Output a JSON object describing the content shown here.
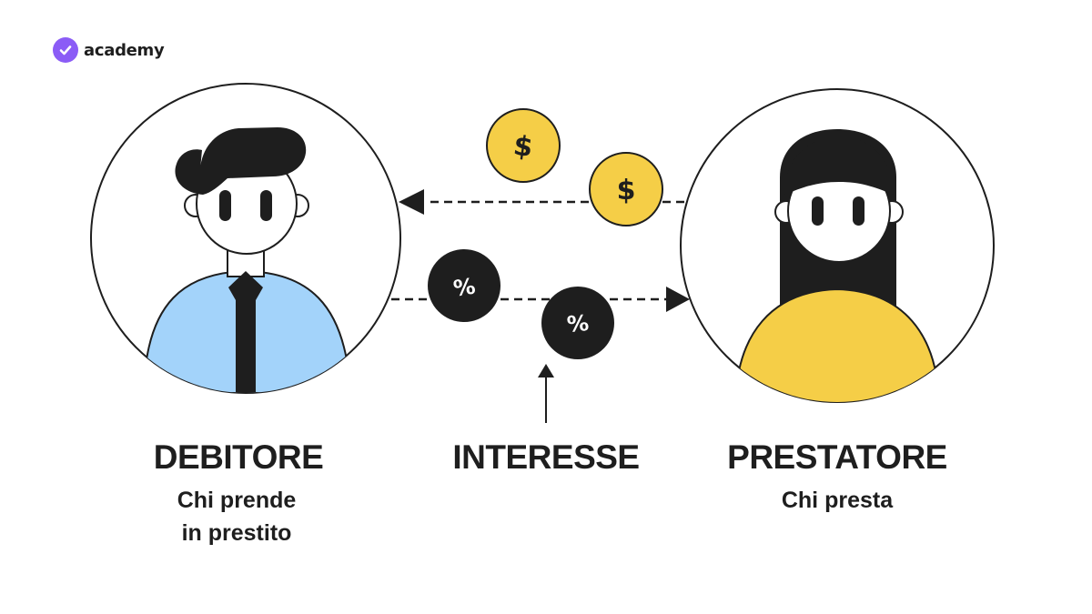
{
  "brand": {
    "name": "academy",
    "logo_color": "#8b5cf6",
    "icon": "check-badge-icon"
  },
  "labels": {
    "debtor": {
      "title": "DEBITORE",
      "subtitle_line1": "Chi prende",
      "subtitle_line2": "in prestito"
    },
    "interest": {
      "title": "INTERESSE"
    },
    "lender": {
      "title": "PRESTATORE",
      "subtitle": "Chi presta"
    }
  },
  "symbols": {
    "dollar": "$",
    "percent": "%"
  },
  "colors": {
    "ink": "#1e1e1e",
    "coin_yellow": "#f5ce47",
    "shirt_blue": "#a3d3fa",
    "lender_yellow": "#f5ce47",
    "white": "#ffffff"
  }
}
